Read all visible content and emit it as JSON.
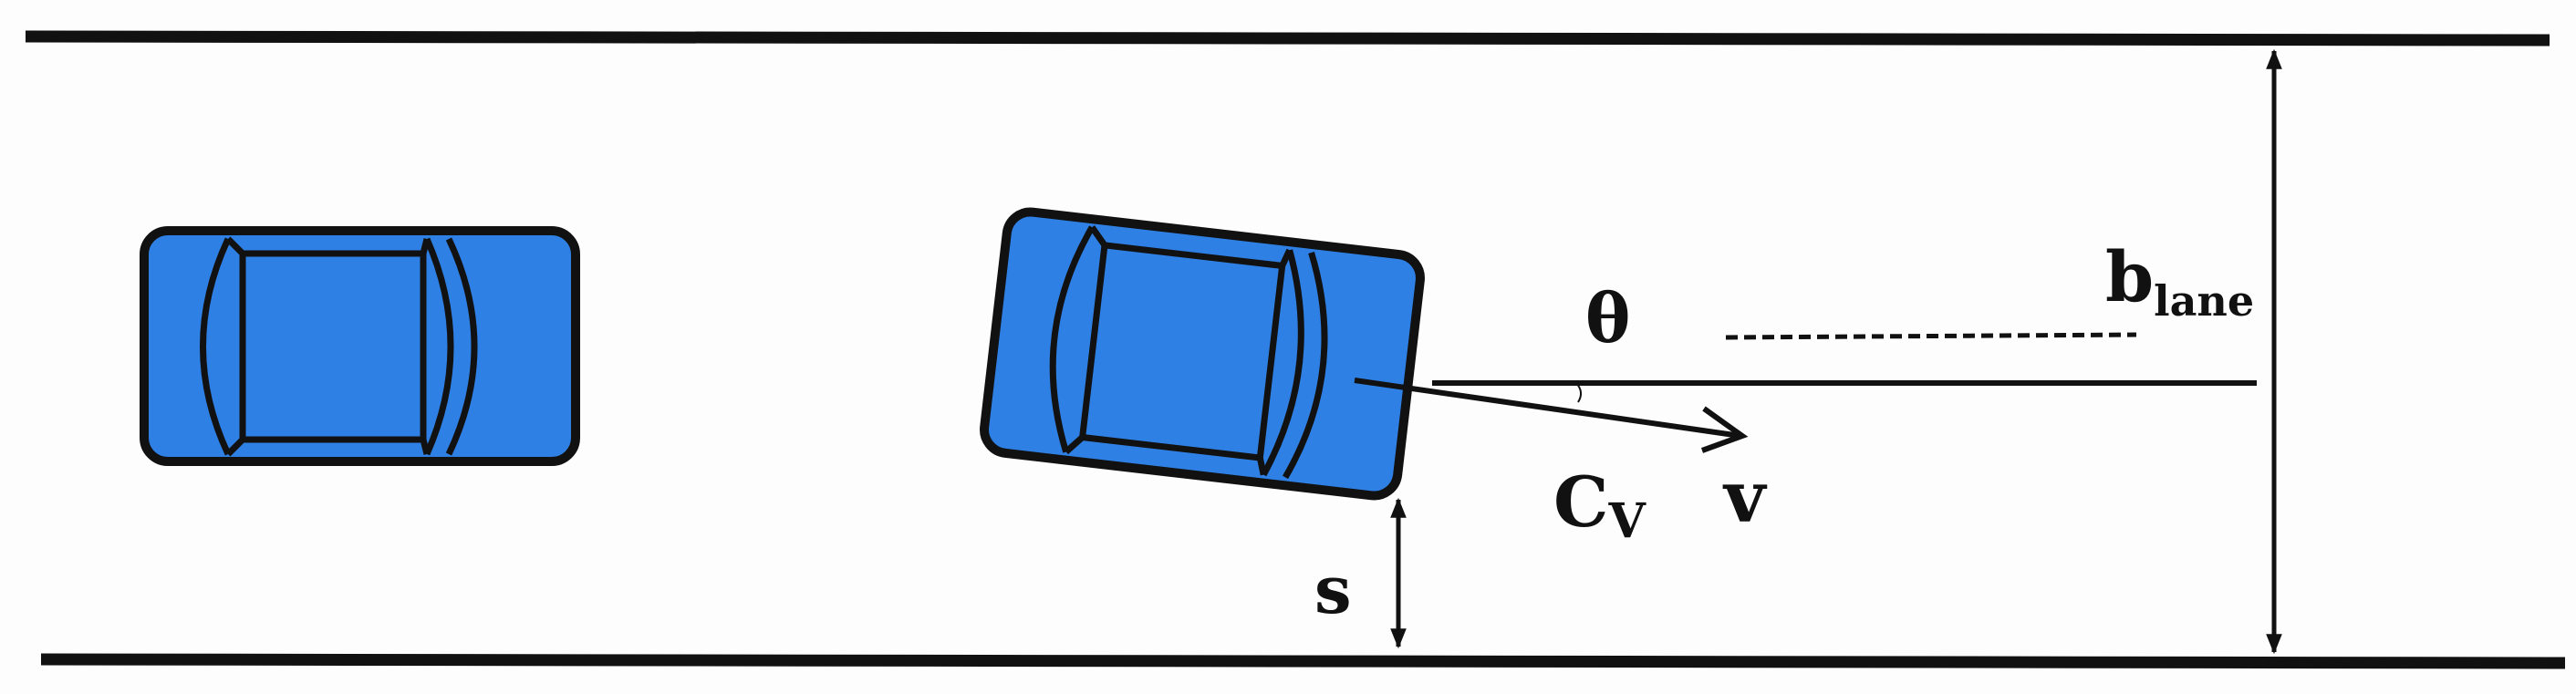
{
  "diagram": {
    "labels": {
      "theta": "θ",
      "b_main": "b",
      "b_sub": "lane",
      "c_main": "C",
      "c_sub": "V",
      "v": "v",
      "s": "s"
    },
    "colors": {
      "car_body": "#2f80e4",
      "outline": "#111111",
      "background": "#fdfdfd"
    }
  }
}
